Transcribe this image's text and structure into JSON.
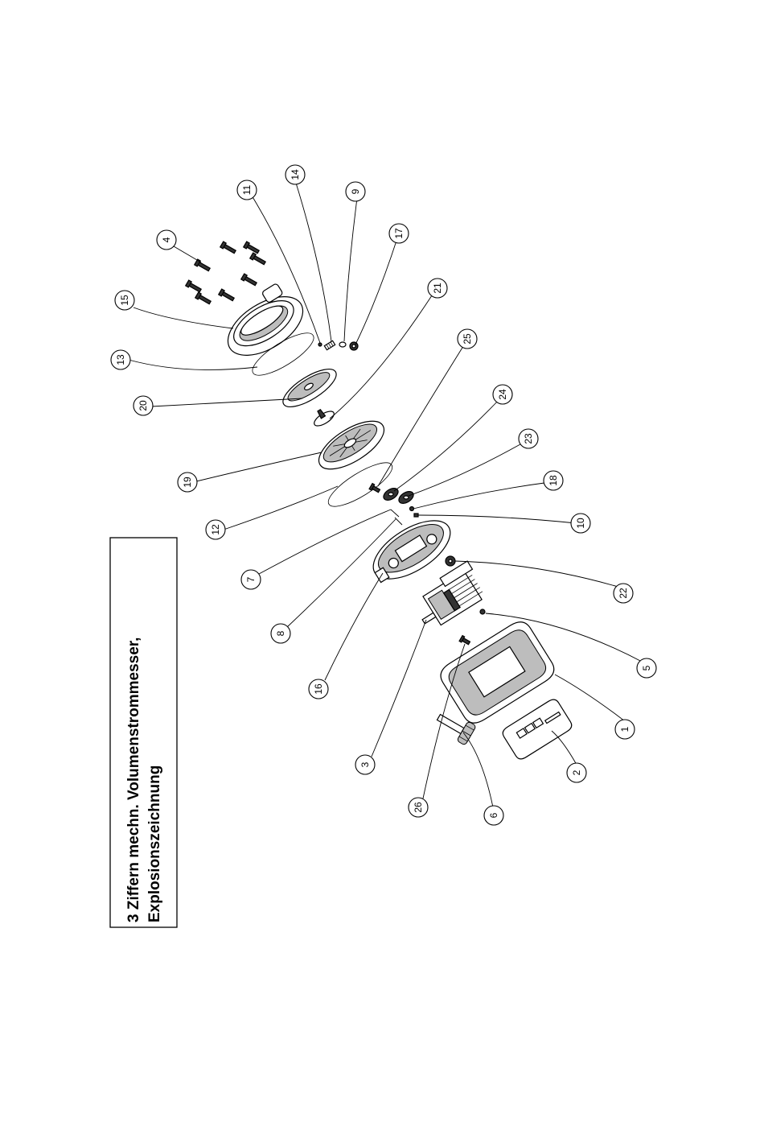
{
  "title": {
    "line1": "3 Ziffern mechn. Volumenstrommesser,",
    "line2": "Explosionszeichnung"
  },
  "callouts": [
    "1",
    "2",
    "3",
    "4",
    "5",
    "6",
    "7",
    "8",
    "9",
    "10",
    "11",
    "12",
    "13",
    "14",
    "15",
    "16",
    "17",
    "18",
    "19",
    "20",
    "21",
    "22",
    "23",
    "24",
    "25",
    "26"
  ],
  "colors": {
    "line": "#000000",
    "fill": "#ffffff"
  }
}
